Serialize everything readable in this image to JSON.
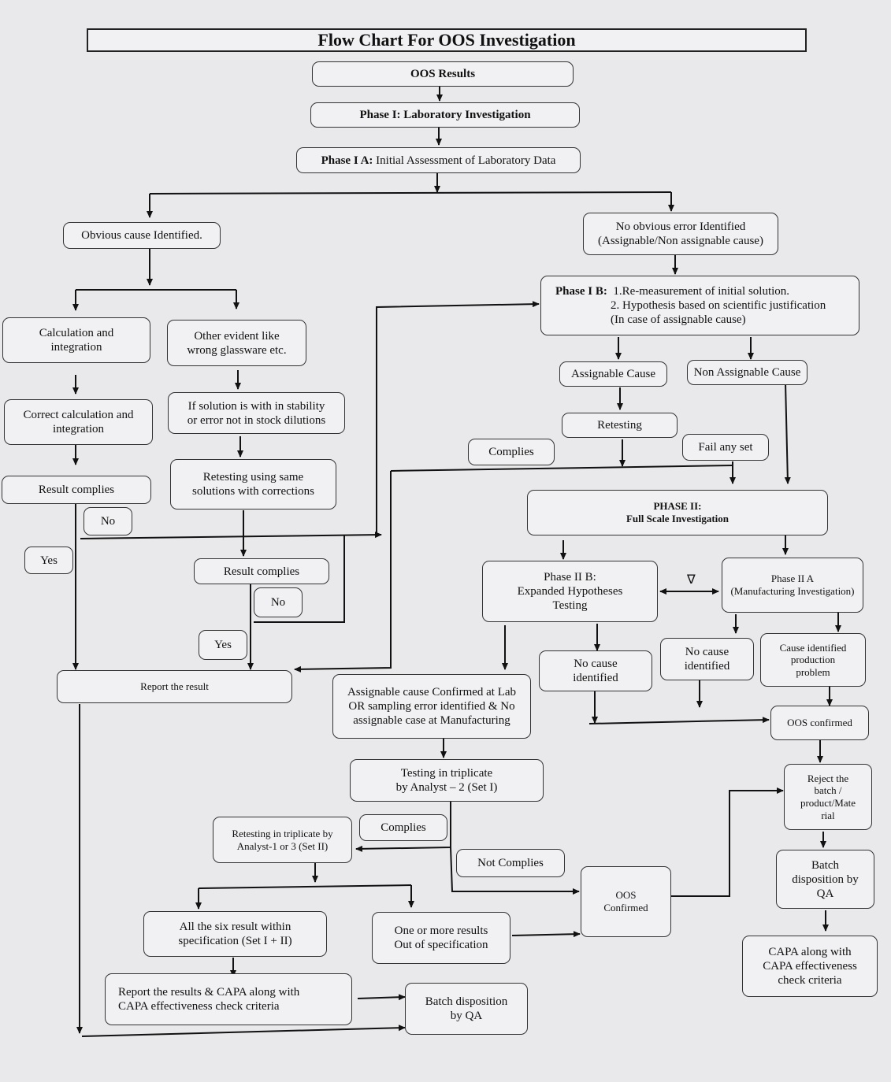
{
  "title": "Flow Chart For OOS Investigation",
  "nodes": {
    "oos_results": "OOS Results",
    "phase1": "Phase I: Laboratory Investigation",
    "phase1a_bold": "Phase I A:",
    "phase1a_text": "Initial Assessment of Laboratory Data",
    "obvious_cause": "Obvious cause Identified.",
    "no_obvious_error": "No obvious error Identified\n(Assignable/Non assignable cause)",
    "calc_integration": "Calculation and\nintegration",
    "other_evident": "Other evident like\nwrong glassware etc.",
    "phase1b_bold": "Phase I B:",
    "phase1b_text1": "1.Re-measurement of initial solution.",
    "phase1b_text2": "2. Hypothesis based on scientific justification",
    "phase1b_text3": "(In case of assignable cause)",
    "assignable_cause": "Assignable Cause",
    "non_assignable_cause": "Non Assignable Cause",
    "correct_calc": "Correct calculation and\nintegration",
    "stability": "If solution is with in stability\nor error not in stock dilutions",
    "retesting": "Retesting",
    "complies_1": "Complies",
    "fail_any_set": "Fail any set",
    "result_complies_1": "Result complies",
    "retesting_same": "Retesting using same\nsolutions with corrections",
    "phase2_line1": "PHASE II:",
    "phase2_line2": "Full Scale Investigation",
    "no_1": "No",
    "yes_1": "Yes",
    "result_complies_2": "Result complies",
    "phase2b": "Phase II B:\nExpanded Hypotheses\nTesting",
    "phase2a": "Phase II A\n(Manufacturing Investigation)",
    "nabla": "∇",
    "no_2": "No",
    "yes_2": "Yes",
    "no_cause_1": "No cause\nidentified",
    "no_cause_2": "No cause\nidentified",
    "cause_identified": "Cause identified\nproduction\nproblem",
    "report_result": "Report the result",
    "assignable_confirmed": "Assignable cause Confirmed at Lab\nOR sampling error identified & No\nassignable case at Manufacturing",
    "oos_confirmed_1": "OOS confirmed",
    "testing_triplicate": "Testing in triplicate\nby Analyst – 2 (Set I)",
    "reject_batch": "Reject the\nbatch /\nproduct/Mate\nrial",
    "retesting_triplicate": "Retesting in triplicate by\nAnalyst-1 or 3 (Set II)",
    "complies_2": "Complies",
    "not_complies": "Not Complies",
    "oos_confirmed_2": "OOS\nConfirmed",
    "batch_disp_qa_1": "Batch\ndisposition by\nQA",
    "all_six": "All the six result within\nspecification (Set I + II)",
    "one_or_more": "One or more results\nOut of specification",
    "capa_1": "CAPA along with\nCAPA effectiveness\ncheck criteria",
    "report_capa": "Report the results & CAPA along with\nCAPA effectiveness check criteria",
    "batch_disp_qa_2": "Batch disposition\nby QA"
  }
}
